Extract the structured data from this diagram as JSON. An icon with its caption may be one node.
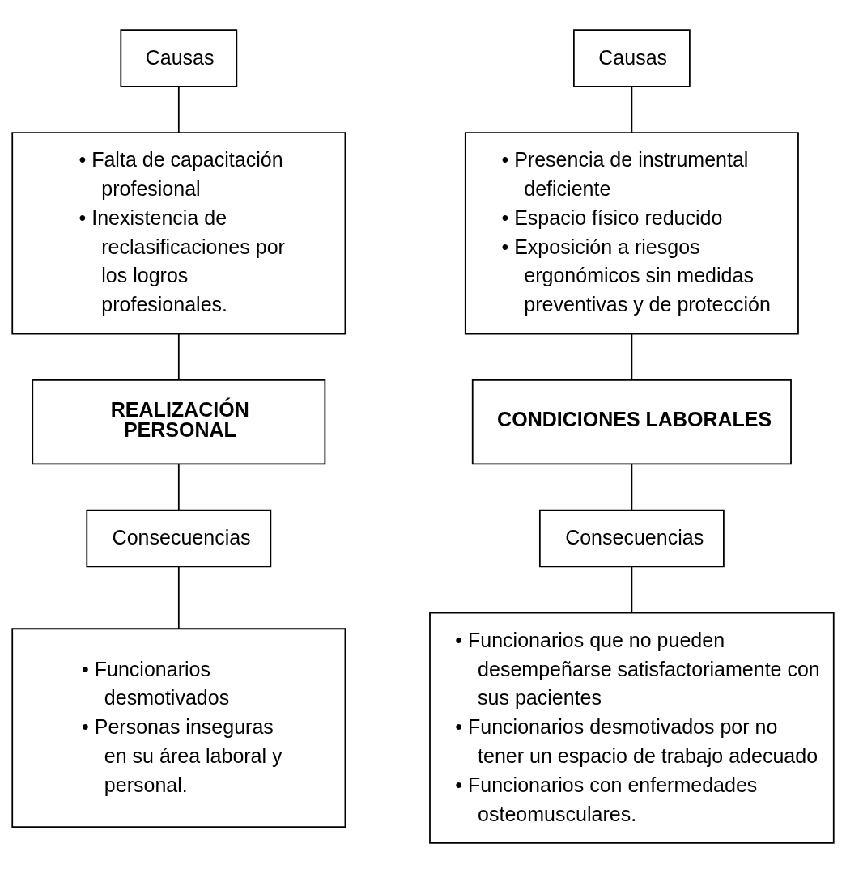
{
  "diagram": {
    "nodes": [
      {
        "text": [
          "Causas"
        ]
      },
      {
        "text": [
          "• Falta de capacitación profesional",
          "• Inexistencia de reclasificaciones por los logros profesionales."
        ]
      },
      {
        "text": [
          "REALIZACIÓN PERSONAL"
        ]
      },
      {
        "text": [
          "Consecuencias"
        ]
      },
      {
        "text": [
          "• Funcionarios desmotivados",
          "• Personas inseguras en su área laboral y personal."
        ]
      },
      {
        "text": [
          "Causas"
        ]
      },
      {
        "text": [
          "• Presencia de instrumental deficiente",
          "• Espacio físico reducido",
          "• Exposición a riesgos ergonómicos sin medidas preventivas y de protección"
        ]
      },
      {
        "text": [
          "CONDICIONES LABORALES"
        ]
      },
      {
        "text": [
          "Consecuencias"
        ]
      },
      {
        "text": [
          "• Funcionarios que no pueden desempeñarse satisfactoriamente con sus pacientes",
          "• Funcionarios desmotivados por no tener un espacio de trabajo adecuado",
          "• Funcionarios con enfermedades osteomusculares."
        ]
      }
    ],
    "edges": [
      {
        "from": 0,
        "to": 1,
        "arrow": "none"
      },
      {
        "from": 1,
        "to": 2,
        "arrow": "none"
      },
      {
        "from": 2,
        "to": 3,
        "arrow": "none"
      },
      {
        "from": 3,
        "to": 4,
        "arrow": "none"
      },
      {
        "from": 5,
        "to": 6,
        "arrow": "none"
      },
      {
        "from": 6,
        "to": 7,
        "arrow": "none"
      },
      {
        "from": 7,
        "to": 8,
        "arrow": "none"
      },
      {
        "from": 8,
        "to": 9,
        "arrow": "none"
      }
    ]
  }
}
